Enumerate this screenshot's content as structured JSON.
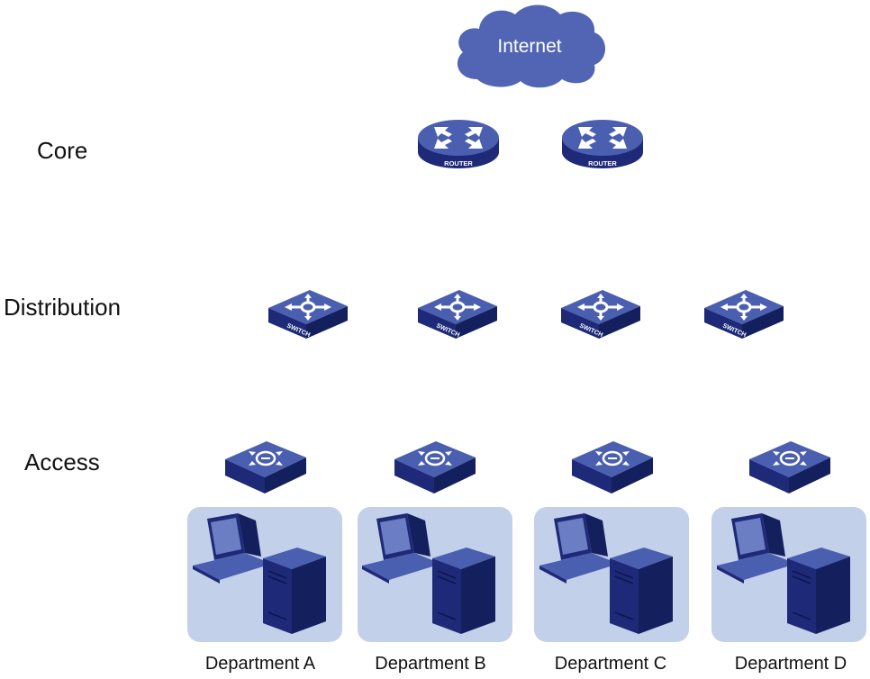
{
  "layers": {
    "core": "Core",
    "distribution": "Distribution",
    "access": "Access"
  },
  "cloud": {
    "label": "Internet"
  },
  "router_label": "ROUTER",
  "switch_label": "SWITCH",
  "departments": [
    {
      "label": "Department A"
    },
    {
      "label": "Department B"
    },
    {
      "label": "Department C"
    },
    {
      "label": "Department D"
    }
  ],
  "colors": {
    "device_top": "#4a5fb0",
    "device_side": "#1e2a78",
    "device_dark": "#14205e",
    "arrow": "#ffffff",
    "cloud": "#5265b4",
    "dept_background": "#c3d0ea"
  },
  "icons": [
    "cloud-icon",
    "router-icon",
    "switch-icon",
    "access-switch-icon",
    "monitor-icon",
    "pc-tower-icon"
  ]
}
